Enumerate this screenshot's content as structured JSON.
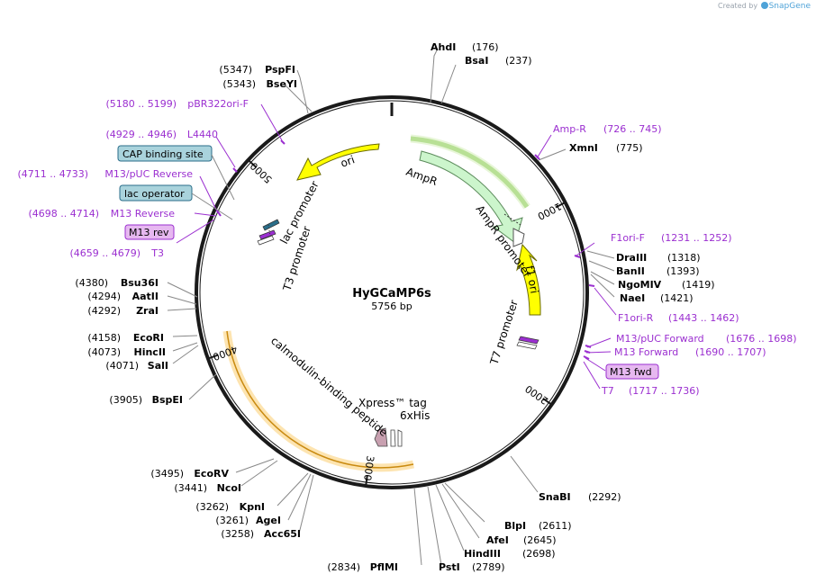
{
  "credit": {
    "prefix": "Created by",
    "brand": "SnapGene"
  },
  "plasmid": {
    "name": "HyGCaMP6s",
    "length_label": "5756 bp",
    "length_bp": 5756
  },
  "ticks": [
    {
      "label": "1000",
      "bp": 1000
    },
    {
      "label": "2000",
      "bp": 2000
    },
    {
      "label": "3000",
      "bp": 3000
    },
    {
      "label": "4000",
      "bp": 4000
    },
    {
      "label": "5000",
      "bp": 5000
    }
  ],
  "sites": [
    {
      "name": "AhdI",
      "pos": "(176)"
    },
    {
      "name": "BsaI",
      "pos": "(237)"
    },
    {
      "name": "XmnI",
      "pos": "(775)"
    },
    {
      "name": "DraIII",
      "pos": "(1318)"
    },
    {
      "name": "BanII",
      "pos": "(1393)"
    },
    {
      "name": "NgoMIV",
      "pos": "(1419)"
    },
    {
      "name": "NaeI",
      "pos": "(1421)"
    },
    {
      "name": "SnaBI",
      "pos": "(2292)"
    },
    {
      "name": "BlpI",
      "pos": "(2611)"
    },
    {
      "name": "AfeI",
      "pos": "(2645)"
    },
    {
      "name": "HindIII",
      "pos": "(2698)"
    },
    {
      "name": "PstI",
      "pos": "(2789)"
    },
    {
      "name": "PflMI",
      "pos": "(2834)"
    },
    {
      "name": "Acc65I",
      "pos": "(3258)"
    },
    {
      "name": "AgeI",
      "pos": "(3261)"
    },
    {
      "name": "KpnI",
      "pos": "(3262)"
    },
    {
      "name": "NcoI",
      "pos": "(3441)"
    },
    {
      "name": "EcoRV",
      "pos": "(3495)"
    },
    {
      "name": "BspEI",
      "pos": "(3905)"
    },
    {
      "name": "SalI",
      "pos": "(4071)"
    },
    {
      "name": "HincII",
      "pos": "(4073)"
    },
    {
      "name": "EcoRI",
      "pos": "(4158)"
    },
    {
      "name": "ZraI",
      "pos": "(4292)"
    },
    {
      "name": "AatII",
      "pos": "(4294)"
    },
    {
      "name": "Bsu36I",
      "pos": "(4380)"
    },
    {
      "name": "BseYI",
      "pos": "(5343)"
    },
    {
      "name": "PspFI",
      "pos": "(5347)"
    }
  ],
  "primers": [
    {
      "name": "Amp-R",
      "range": "(726 .. 745)"
    },
    {
      "name": "F1ori-F",
      "range": "(1231 .. 1252)"
    },
    {
      "name": "F1ori-R",
      "range": "(1443 .. 1462)"
    },
    {
      "name": "M13/pUC Forward",
      "range": "(1676 .. 1698)"
    },
    {
      "name": "M13 Forward",
      "range": "(1690 .. 1707)"
    },
    {
      "name": "M13 fwd",
      "range": ""
    },
    {
      "name": "T7",
      "range": "(1717 .. 1736)"
    },
    {
      "name": "pBR322ori-F",
      "range": "(5180 .. 5199)"
    },
    {
      "name": "L4440",
      "range": "(4929 .. 4946)"
    },
    {
      "name": "CAP binding site",
      "range": ""
    },
    {
      "name": "M13/pUC Reverse",
      "range": "(4711 .. 4733)"
    },
    {
      "name": "lac operator",
      "range": ""
    },
    {
      "name": "M13 Reverse",
      "range": "(4698 .. 4714)"
    },
    {
      "name": "M13 rev",
      "range": ""
    },
    {
      "name": "T3",
      "range": "(4659 .. 4679)"
    }
  ],
  "features": [
    {
      "name": "ori",
      "color": "#ffff00"
    },
    {
      "name": "AmpR",
      "color": "#ccf5cc"
    },
    {
      "name": "AmpR promoter",
      "color": "#ffffff"
    },
    {
      "name": "f1 ori",
      "color": "#ffff00"
    },
    {
      "name": "T7 promoter",
      "color": "#ffffff"
    },
    {
      "name": "lac promoter",
      "color": "#ffffff"
    },
    {
      "name": "T3 promoter",
      "color": "#ffffff"
    },
    {
      "name": "calmodulin-binding peptide",
      "color": "#c8a0b0"
    },
    {
      "name": "Xpress™ tag",
      "color": "#ffffff"
    },
    {
      "name": "6xHis",
      "color": "#ffffff"
    }
  ],
  "colors": {
    "backbone": "#1a1a1a",
    "primer": "#9b2fd0",
    "site_label": "#000000",
    "site_line": "#888888",
    "box_blue": "#a9d3dc",
    "box_purple": "#e6b8f0",
    "amp_arc": "#7ac142",
    "cmv_arc": "#f0b030"
  }
}
